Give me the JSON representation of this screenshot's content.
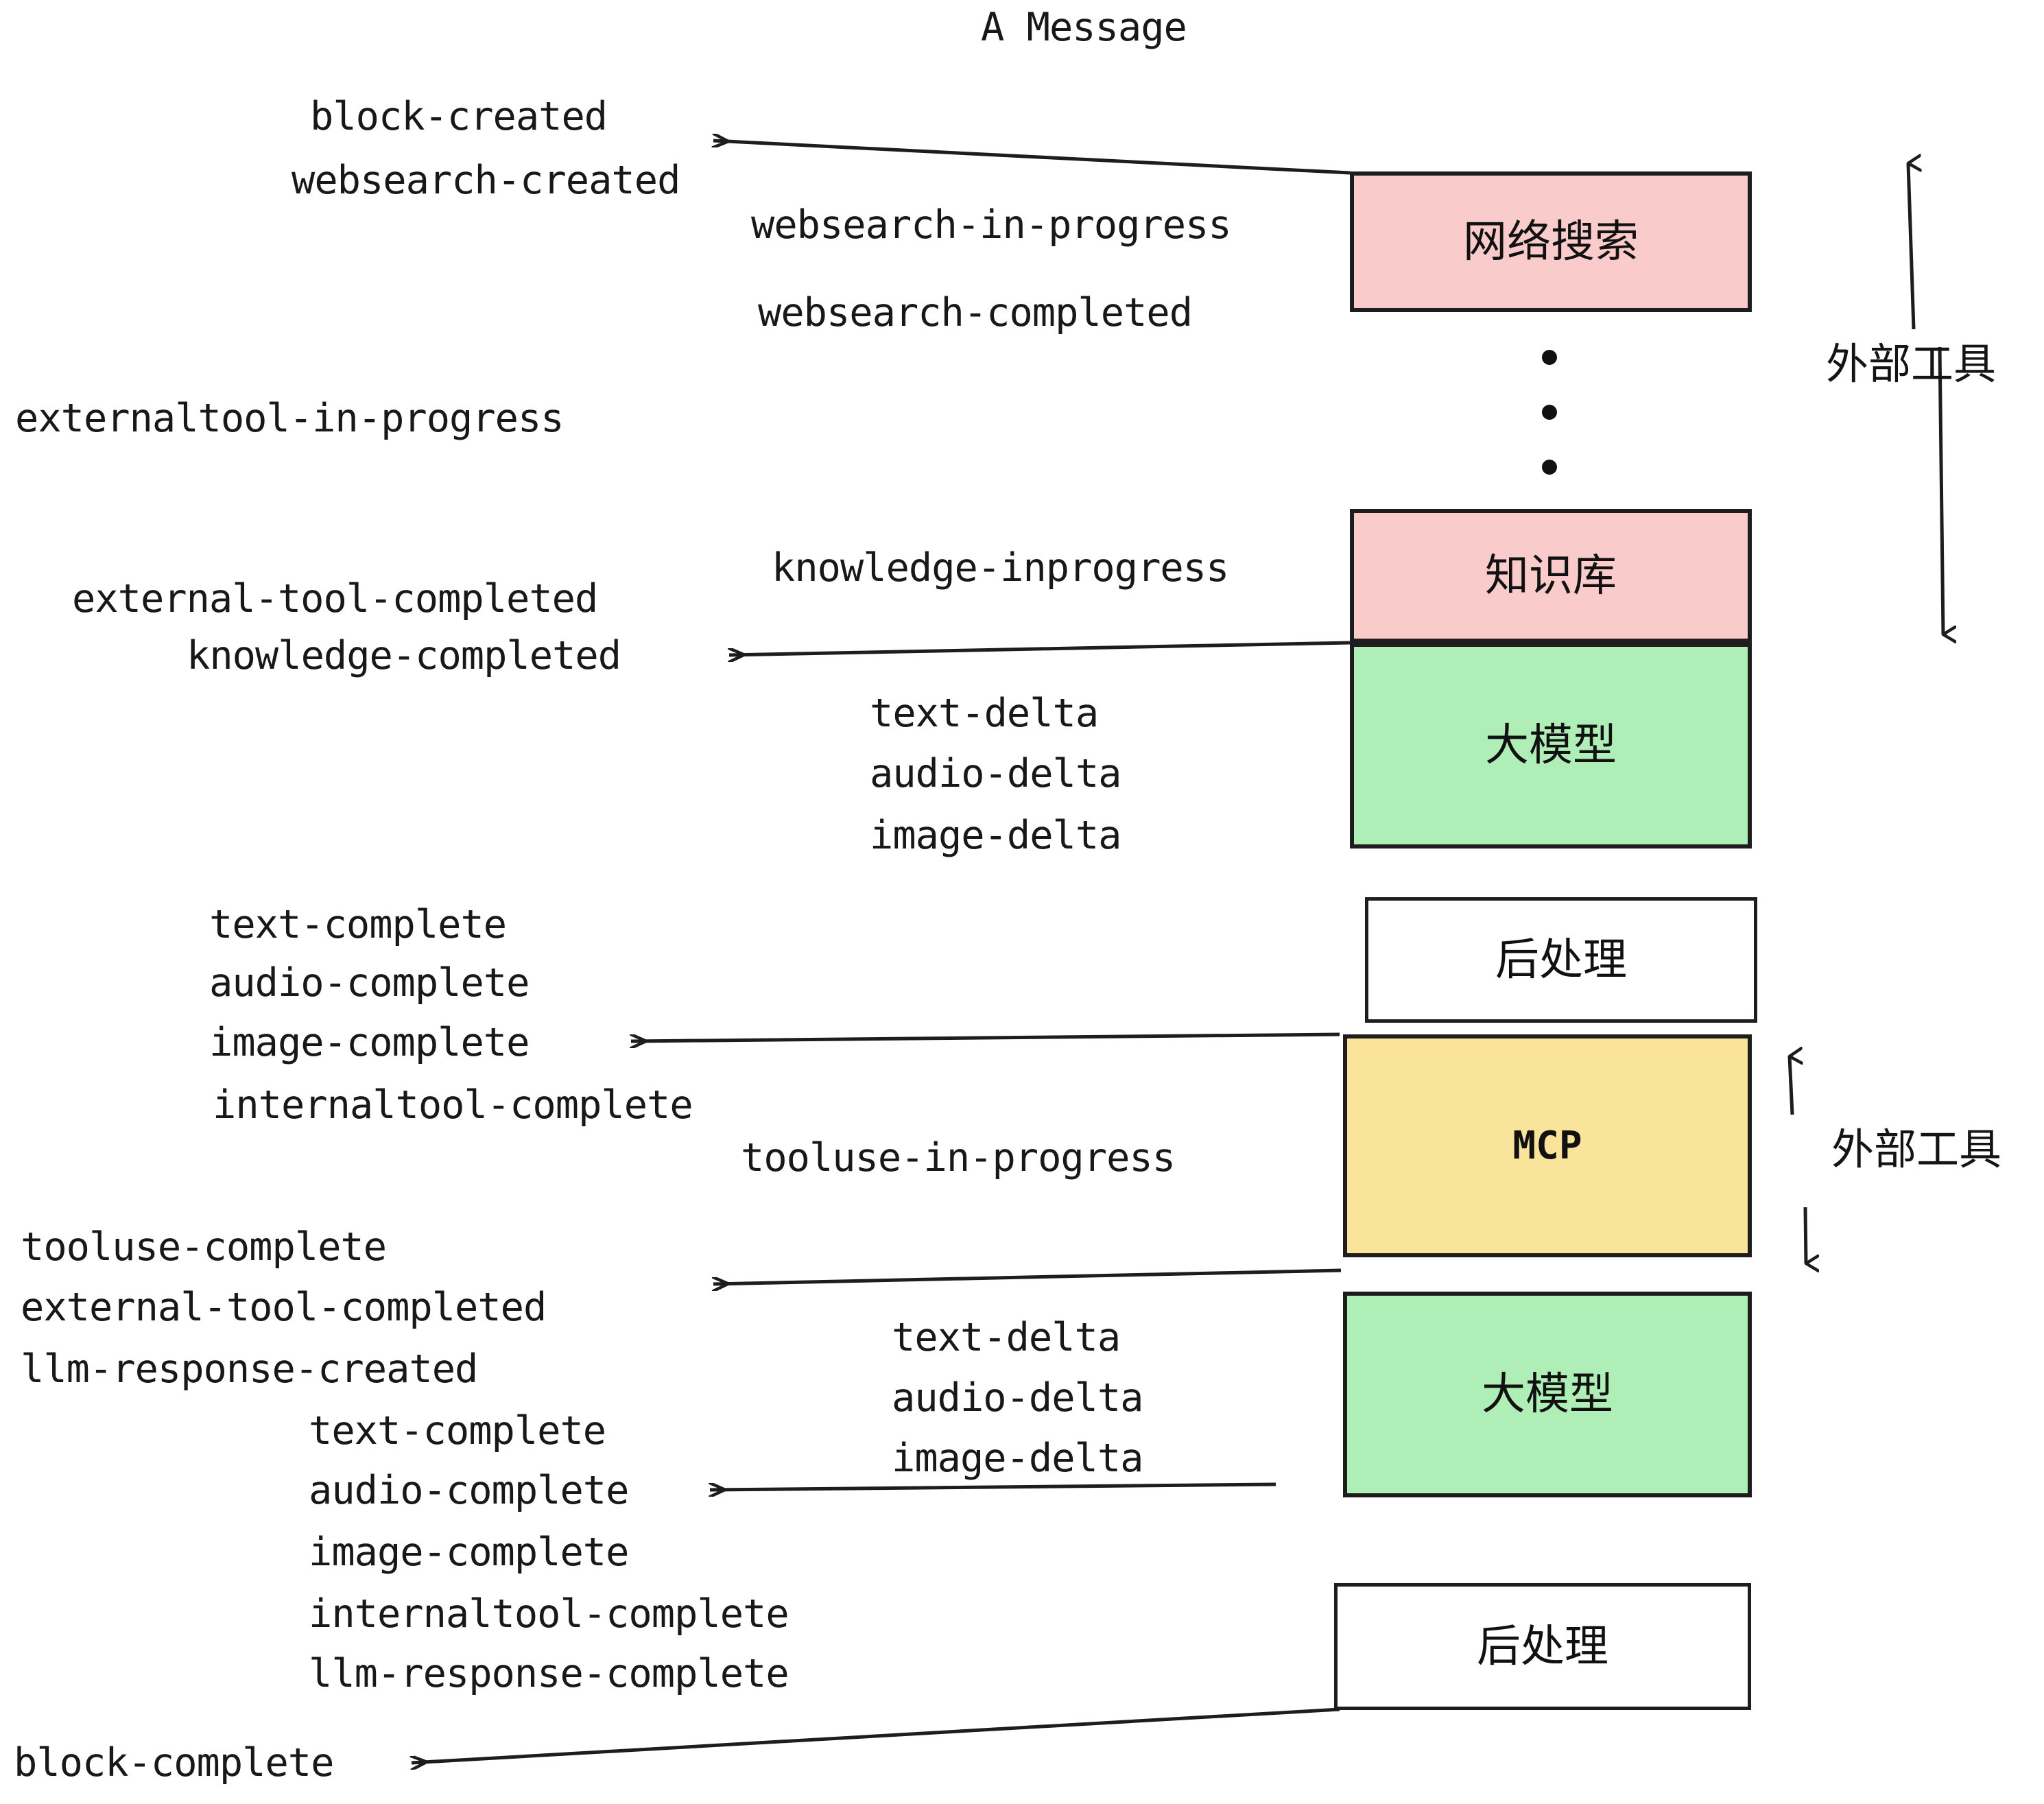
{
  "title": "A Message",
  "colors": {
    "tool_pink": "#FACBCB",
    "llm_green": "#AFEFB7",
    "mcp_yellow": "#FAE39A",
    "postprocess_white": "#FFFFFF",
    "stroke": "#1d1d1d",
    "text": "#17181a",
    "background": "#FFFFFF"
  },
  "nodes": [
    {
      "id": "websearch",
      "label": "网络搜索",
      "fill": "#FACBCB"
    },
    {
      "id": "knowledgebase",
      "label": "知识库",
      "fill": "#FACBCB"
    },
    {
      "id": "llm-1",
      "label": "大模型",
      "fill": "#AFEFB7"
    },
    {
      "id": "postprocess-1",
      "label": "后处理",
      "fill": "#FFFFFF"
    },
    {
      "id": "mcp",
      "label": "MCP",
      "fill": "#FAE39A"
    },
    {
      "id": "llm-2",
      "label": "大模型",
      "fill": "#AFEFB7"
    },
    {
      "id": "postprocess-2",
      "label": "后处理",
      "fill": "#FFFFFF"
    }
  ],
  "side_labels": [
    {
      "id": "external-tool-top",
      "label": "外部工具"
    },
    {
      "id": "external-tool-bottom",
      "label": "外部工具"
    }
  ],
  "events": [
    {
      "id": "block-created",
      "text": "block-created"
    },
    {
      "id": "websearch-created",
      "text": "websearch-created"
    },
    {
      "id": "websearch-in-progress",
      "text": "websearch-in-progress"
    },
    {
      "id": "websearch-completed",
      "text": "websearch-completed"
    },
    {
      "id": "externaltool-in-progress",
      "text": "externaltool-in-progress"
    },
    {
      "id": "knowledge-inprogress",
      "text": "knowledge-inprogress"
    },
    {
      "id": "external-tool-completed-1",
      "text": "external-tool-completed"
    },
    {
      "id": "knowledge-completed",
      "text": "knowledge-completed"
    },
    {
      "id": "text-delta-1",
      "text": "text-delta"
    },
    {
      "id": "audio-delta-1",
      "text": "audio-delta"
    },
    {
      "id": "image-delta-1",
      "text": "image-delta"
    },
    {
      "id": "text-complete-1",
      "text": "text-complete"
    },
    {
      "id": "audio-complete-1",
      "text": "audio-complete"
    },
    {
      "id": "image-complete-1",
      "text": "image-complete"
    },
    {
      "id": "internaltool-complete-1",
      "text": "internaltool-complete"
    },
    {
      "id": "tooluse-in-progress",
      "text": "tooluse-in-progress"
    },
    {
      "id": "tooluse-complete",
      "text": "tooluse-complete"
    },
    {
      "id": "external-tool-completed-2",
      "text": "external-tool-completed"
    },
    {
      "id": "llm-response-created",
      "text": "llm-response-created"
    },
    {
      "id": "text-delta-2",
      "text": "text-delta"
    },
    {
      "id": "audio-delta-2",
      "text": "audio-delta"
    },
    {
      "id": "image-delta-2",
      "text": "image-delta"
    },
    {
      "id": "text-complete-2",
      "text": "text-complete"
    },
    {
      "id": "audio-complete-2",
      "text": "audio-complete"
    },
    {
      "id": "image-complete-2",
      "text": "image-complete"
    },
    {
      "id": "internaltool-complete-2",
      "text": "internaltool-complete"
    },
    {
      "id": "llm-response-complete",
      "text": "llm-response-complete"
    },
    {
      "id": "block-complete",
      "text": "block-complete"
    }
  ],
  "ellipsis": {
    "id": "vertical-ellipsis",
    "dots": 3
  }
}
